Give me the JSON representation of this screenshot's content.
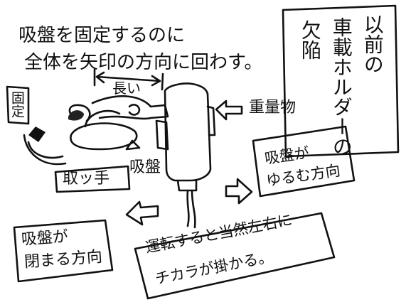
{
  "header": {
    "line1": "吸盤を固定するのに",
    "line2": "全体を矢印の方向に回わす。"
  },
  "title_box": {
    "col1": "以前の",
    "col2": "車載ホルダーの",
    "col3": "欠陥"
  },
  "labels": {
    "nagai": "長い",
    "kotei": "固定",
    "toritte": "取ッ手",
    "kyuban": "吸盤",
    "jubutsu": "重量物"
  },
  "boxes": {
    "loosen_line1": "吸盤が",
    "loosen_line2": "ゆるむ方向",
    "tighten_line1": "吸盤が",
    "tighten_line2": "閉まる方向",
    "driving_line1": "運転すると当然左右に",
    "driving_line2": "チカラが掛かる。"
  }
}
